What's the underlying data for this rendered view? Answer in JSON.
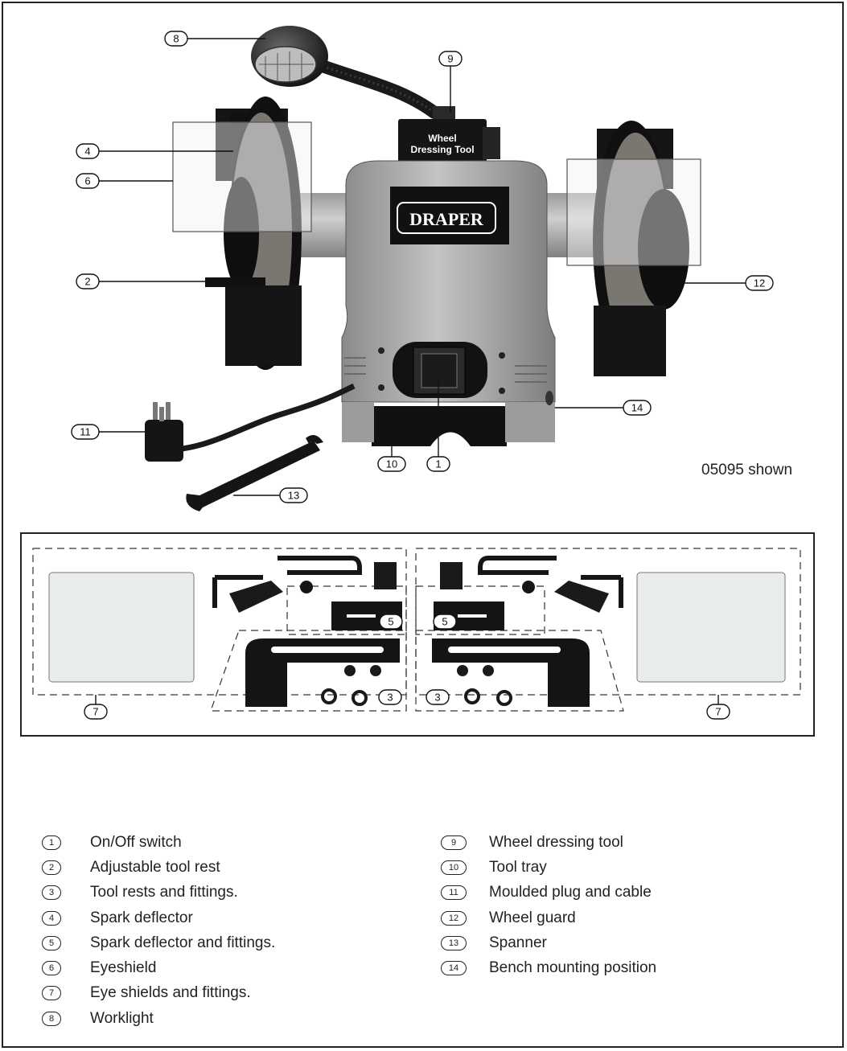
{
  "figure": {
    "model_note": "05095 shown",
    "tool_label_line1": "Wheel",
    "tool_label_line2": "Dressing Tool",
    "brand": "DRAPER",
    "callouts": {
      "c1": "1",
      "c2": "2",
      "c4": "4",
      "c6": "6",
      "c8": "8",
      "c9": "9",
      "c10": "10",
      "c11": "11",
      "c12": "12",
      "c13": "13",
      "c14": "14"
    },
    "kit_callouts": {
      "k3a": "3",
      "k3b": "3",
      "k5a": "5",
      "k5b": "5",
      "k7a": "7",
      "k7b": "7"
    }
  },
  "legend": {
    "left": [
      {
        "num": "1",
        "text": "On/Off switch"
      },
      {
        "num": "2",
        "text": "Adjustable tool rest"
      },
      {
        "num": "3",
        "text": "Tool rests and fittings."
      },
      {
        "num": "4",
        "text": "Spark deflector"
      },
      {
        "num": "5",
        "text": "Spark deflector and fittings."
      },
      {
        "num": "6",
        "text": "Eyeshield"
      },
      {
        "num": "7",
        "text": "Eye shields and fittings."
      },
      {
        "num": "8",
        "text": "Worklight"
      }
    ],
    "right": [
      {
        "num": "9",
        "text": "Wheel dressing tool"
      },
      {
        "num": "10",
        "text": "Tool tray"
      },
      {
        "num": "11",
        "text": "Moulded plug and cable"
      },
      {
        "num": "12",
        "text": "Wheel guard"
      },
      {
        "num": "13",
        "text": "Spanner"
      },
      {
        "num": "14",
        "text": "Bench mounting position"
      }
    ]
  },
  "colors": {
    "housing": "#a9a9a9",
    "dark": "#1c1c1c",
    "wheel": "#7a7670",
    "frame": "#222222"
  }
}
